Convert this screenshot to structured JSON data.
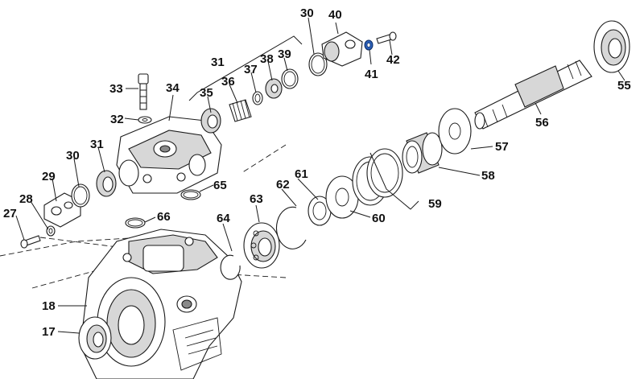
{
  "callouts": [
    {
      "id": "c27",
      "label": "27"
    },
    {
      "id": "c28",
      "label": "28"
    },
    {
      "id": "c29",
      "label": "29"
    },
    {
      "id": "c30a",
      "label": "30"
    },
    {
      "id": "c31a",
      "label": "31"
    },
    {
      "id": "c32",
      "label": "32"
    },
    {
      "id": "c33",
      "label": "33"
    },
    {
      "id": "c34",
      "label": "34"
    },
    {
      "id": "c35",
      "label": "35"
    },
    {
      "id": "c36",
      "label": "36"
    },
    {
      "id": "c37",
      "label": "37"
    },
    {
      "id": "c38",
      "label": "38"
    },
    {
      "id": "c39",
      "label": "39"
    },
    {
      "id": "c30b",
      "label": "30"
    },
    {
      "id": "c31b",
      "label": "31"
    },
    {
      "id": "c40",
      "label": "40"
    },
    {
      "id": "c41",
      "label": "41"
    },
    {
      "id": "c42",
      "label": "42"
    },
    {
      "id": "c55",
      "label": "55"
    },
    {
      "id": "c56",
      "label": "56"
    },
    {
      "id": "c57",
      "label": "57"
    },
    {
      "id": "c58",
      "label": "58"
    },
    {
      "id": "c59",
      "label": "59"
    },
    {
      "id": "c60",
      "label": "60"
    },
    {
      "id": "c61",
      "label": "61"
    },
    {
      "id": "c62",
      "label": "62"
    },
    {
      "id": "c63",
      "label": "63"
    },
    {
      "id": "c64",
      "label": "64"
    },
    {
      "id": "c65",
      "label": "65"
    },
    {
      "id": "c66",
      "label": "66"
    },
    {
      "id": "c18",
      "label": "18"
    },
    {
      "id": "c17",
      "label": "17"
    }
  ],
  "colors": {
    "line": "#1a1a1a",
    "accent_washer": "#2b5fb8",
    "shade": "#d7d7d7"
  }
}
